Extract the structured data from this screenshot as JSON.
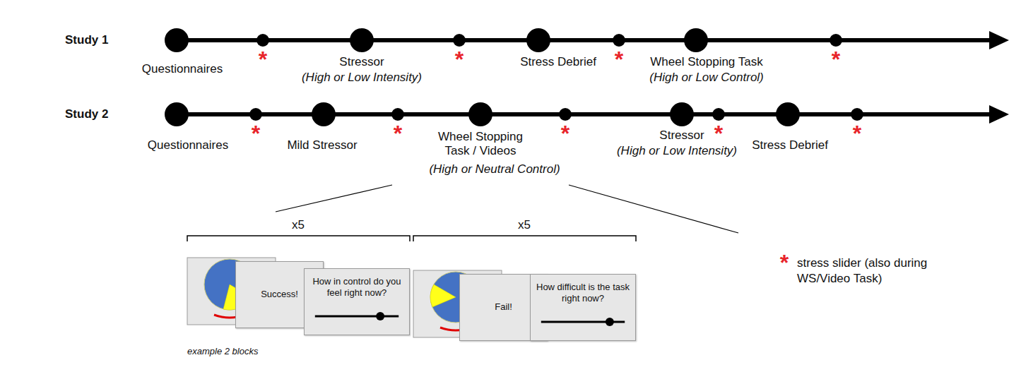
{
  "diagram": {
    "nodes": [
      {
        "text": [
          "Success!"
        ]
      },
      {
        "text": [
          "How in control do you feel right now?"
        ]
      },
      {
        "text": [
          "Fail!"
        ]
      },
      {
        "text": [
          "How difficult is the task right now?"
        ]
      }
    ],
    "labels": [
      "Study 1",
      "Questionnaires",
      "*",
      "Stressor",
      "(High or Low Intensity)",
      "*",
      "Stress Debrief",
      "*",
      "Wheel Stopping Task",
      "(High or Low Control)",
      "*",
      "Study 2",
      "Questionnaires",
      "*",
      "Mild Stressor",
      "*",
      "Wheel Stopping Task / Videos",
      "(High or Neutral Control)",
      "*",
      "Stressor",
      "(High or Low Intensity)",
      "*",
      "Stress Debrief",
      "*",
      "x5",
      "x5",
      "example 2 blocks",
      "*"
    ],
    "legend": [
      {
        "text": "stress slider (also during WS/Video Task)"
      }
    ]
  }
}
